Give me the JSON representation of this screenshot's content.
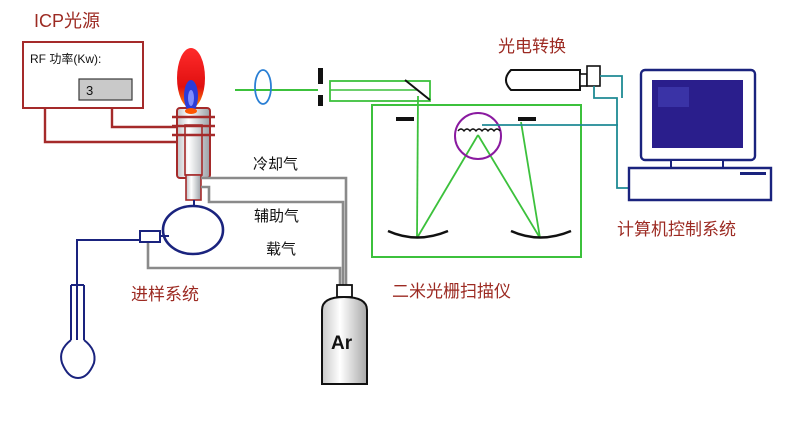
{
  "title": "ICP光源",
  "rf_panel": {
    "label": "RF 功率(Kw):",
    "value": "3"
  },
  "photo_convert": "光电转换",
  "gases": {
    "cooling": "冷却气",
    "auxiliary": "辅助气",
    "carrier": "载气"
  },
  "sample_system": "进样系统",
  "grating_scanner": "二米光栅扫描仪",
  "computer_system": "计算机控制系统",
  "argon": "Ar",
  "colors": {
    "label_red": "#9c2a22",
    "wire_red": "#a52a2a",
    "beam_green": "#3cc13c",
    "gas_gray": "#8a8a8a",
    "navy": "#1a237e",
    "cyan_wire": "#1e8a94",
    "grating_purple": "#8a1aa0",
    "flame_red": "#d91a1a"
  }
}
